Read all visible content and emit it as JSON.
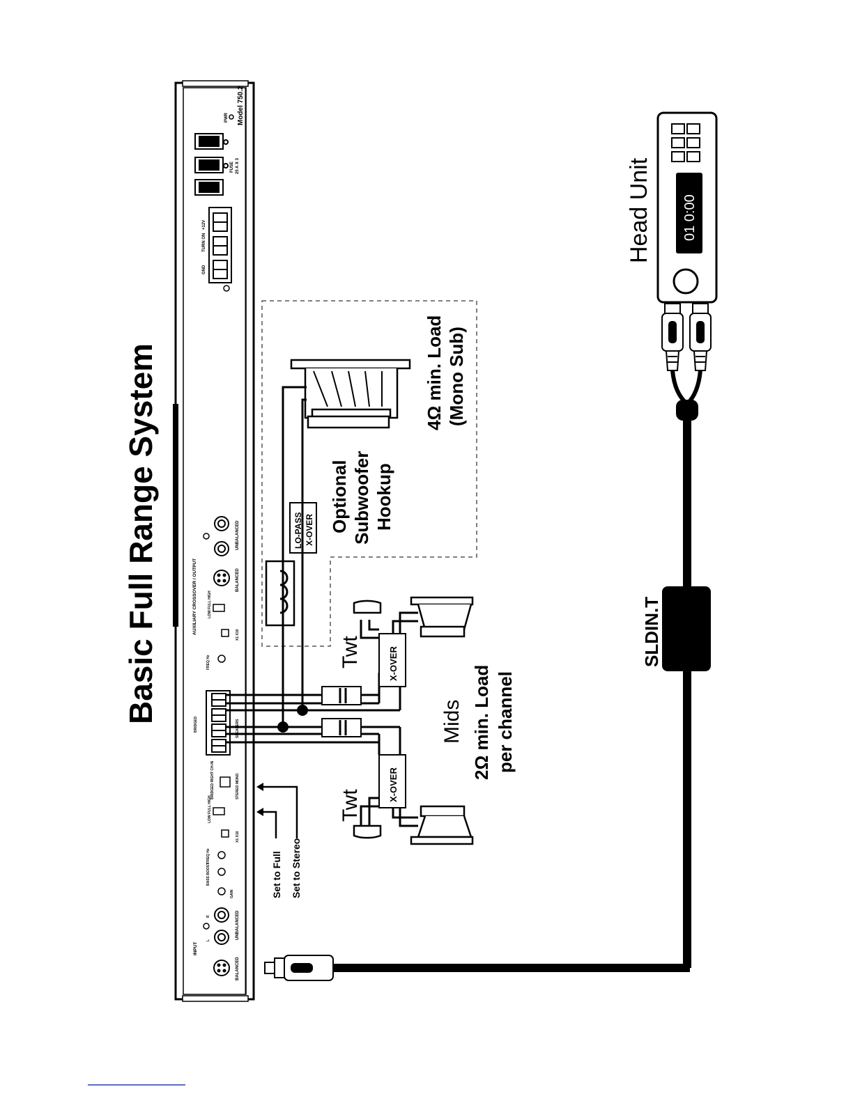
{
  "title": "Basic Full Range System",
  "amplifier": {
    "model": "Model 750.2",
    "pwr": "PWR",
    "fuse": "FUSE",
    "fuse_rating": "25 A X 3",
    "gnd": "GND",
    "turn_on": "TURN ON",
    "plus12v": "+12V",
    "input": "INPUT",
    "balanced_in": "BALANCED",
    "unbalanced_in": "UNBALANCED",
    "gain": "GAIN",
    "bass_boost": "BASS BOOST",
    "freq_hz": "FREQ Hz",
    "low_full_high": "LOW FULL HIGH",
    "x1_x10": "X1 X10",
    "bridged": "BRIDGED RIGHT CH-IN",
    "stereo_mono": "STEREO MONO",
    "speakers": "SPEAKERS",
    "bridged_speakers": "BRIDGED",
    "aux": "AUXILIARY CROSSOVER / OUTPUT",
    "balanced_out": "BALANCED",
    "unbalanced_out": "UNBALANCED",
    "channel_l": "L",
    "channel_r": "R"
  },
  "annotations": {
    "set_full": "Set to Full",
    "set_stereo": "Set to Stereo"
  },
  "subwoofer": {
    "crossover": "LO-PASS X-OVER",
    "crossover_line1": "LO-PASS",
    "crossover_line2": "X-OVER",
    "hookup_line1": "Optional",
    "hookup_line2": "Subwoofer",
    "hookup_line3": "Hookup",
    "load_line1": "4Ω min. Load",
    "load_line2": "(Mono Sub)"
  },
  "speakers": {
    "twt_top": "Twt",
    "twt_bottom": "Twt",
    "xover_top": "X-OVER",
    "xover_bottom": "X-OVER",
    "mids": "Mids",
    "load_line1": "2Ω min. Load",
    "load_line2": "per channel"
  },
  "head_unit": {
    "label": "Head Unit",
    "display": "01 0:00"
  },
  "interface": {
    "label": "SLDIN.T"
  }
}
